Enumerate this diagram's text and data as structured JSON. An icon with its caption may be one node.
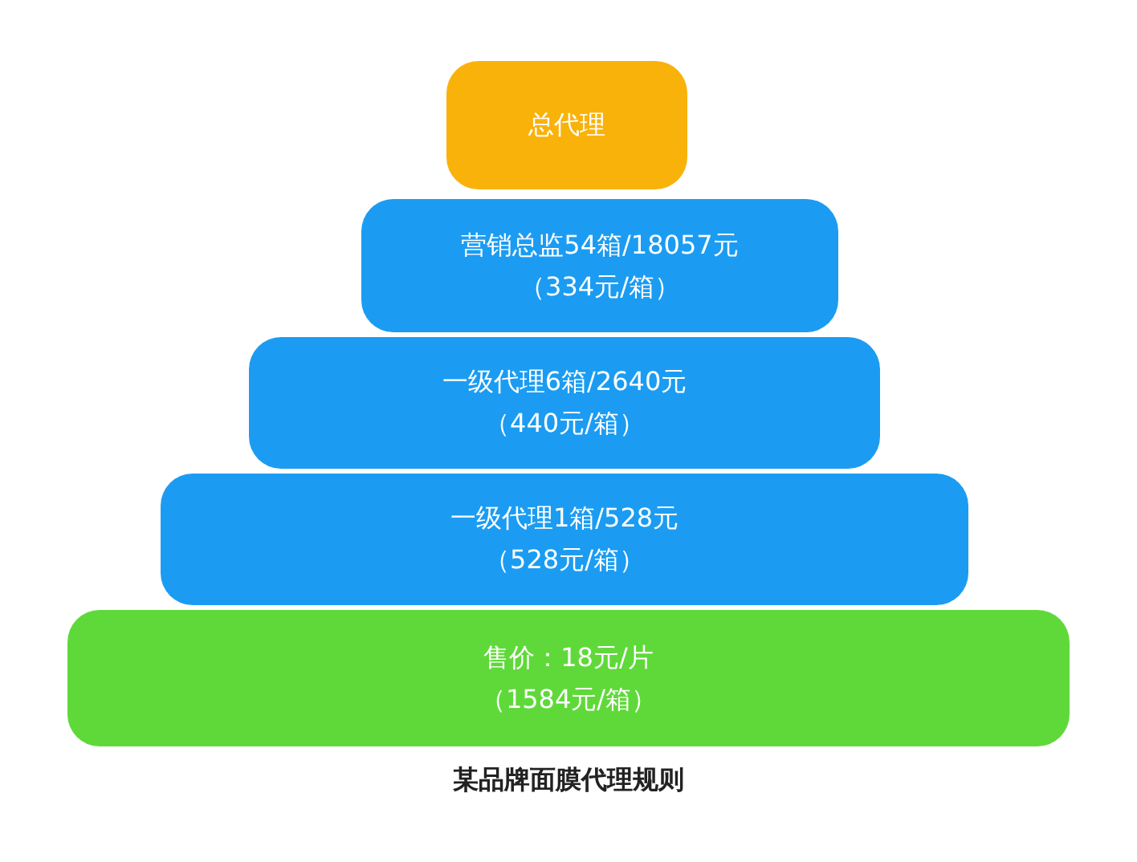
{
  "diagram": {
    "caption": "某品牌面膜代理规则",
    "nodes": [
      {
        "text": [
          "总代理"
        ]
      },
      {
        "text": [
          "营销总监54箱/18057元",
          "（334元/箱）"
        ]
      },
      {
        "text": [
          "一级代理6箱/2640元",
          "（440元/箱）"
        ]
      },
      {
        "text": [
          "一级代理1箱/528元",
          "（528元/箱）"
        ]
      },
      {
        "text": [
          "售价：18元/片",
          "（1584元/箱）"
        ]
      }
    ]
  }
}
